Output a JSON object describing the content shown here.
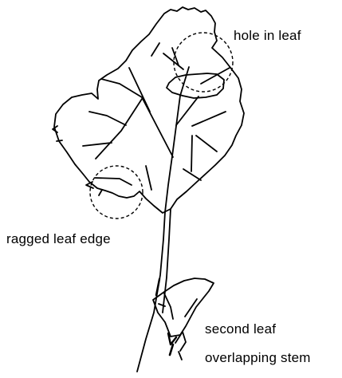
{
  "labels": {
    "hole": "hole in leaf",
    "ragged_edge": "ragged leaf edge",
    "second_leaf": "second leaf",
    "overlapping_stem": "overlapping stem"
  },
  "colors": {
    "ink": "#000000",
    "background": "#ffffff"
  }
}
